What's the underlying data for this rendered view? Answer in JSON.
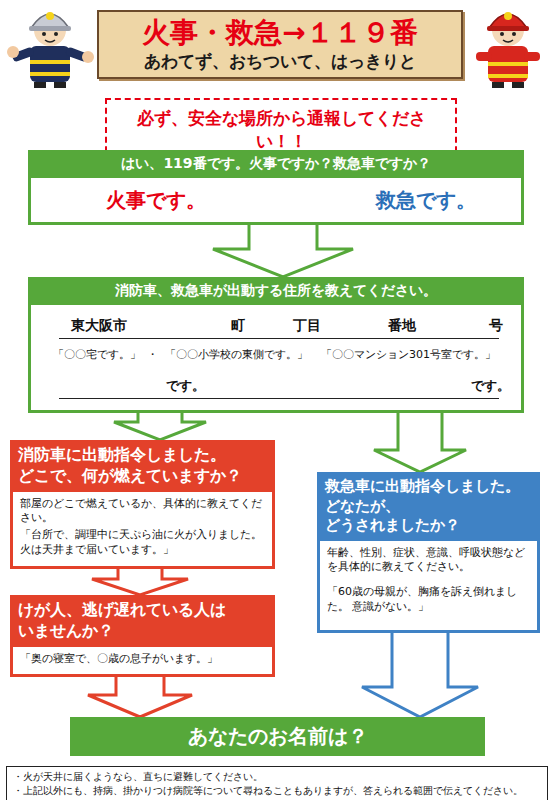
{
  "diagram": {
    "nodes": [
      {
        "text": [
          "火事・救急→１１９番",
          "あわてず、おちついて、はっきりと"
        ]
      },
      {
        "text": [
          "必ず、安全な場所から通報してください！！"
        ]
      },
      {
        "text": [
          "はい、119番です。火事ですか？救急車ですか？",
          "火事です。",
          "救急です。"
        ]
      },
      {
        "text": [
          "消防車、救急車が出動する住所を教えてください。",
          "東大阪市",
          "町",
          "丁目",
          "番地",
          "号",
          "「〇〇宅です。」",
          "・",
          "「〇〇小学校の東側です。」",
          "「〇〇マンション301号室です。」",
          "です。",
          "です。"
        ]
      },
      {
        "text": [
          "消防車に出動指令しました。 どこで、何が燃えていますか？",
          "部屋のどこで燃えているか、具体的に教えてください。",
          "「台所で、調理中に天ぷら油に火が入りました。火は天井まで届いています。」"
        ]
      },
      {
        "text": [
          "救急車に出動指令しました。 どなたが、どうされましたか？",
          "年齢、性別、症状、意識、呼吸状態などを具体的に教えてください。",
          "「60歳の母親が、胸痛を訴え倒れました。 意識がない。」"
        ]
      },
      {
        "text": [
          "けが人、逃げ遅れている人は いませんか？",
          "「奥の寝室で、〇歳の息子がいます。」"
        ]
      },
      {
        "text": [
          "あなたのお名前は？"
        ]
      },
      {
        "text": [
          "・火が天井に届くようなら、直ちに避難してください。",
          "・上記以外にも、持病、掛かりつけ病院等について尋ねることもありますが、答えられる範囲で伝えてください。"
        ]
      }
    ],
    "edges": [
      {
        "from": 2,
        "to": 3,
        "arrow": "to"
      },
      {
        "from": 3,
        "to": 4,
        "arrow": "to"
      },
      {
        "from": 3,
        "to": 5,
        "arrow": "to"
      },
      {
        "from": 4,
        "to": 6,
        "arrow": "to"
      },
      {
        "from": 6,
        "to": 7,
        "arrow": "to"
      },
      {
        "from": 5,
        "to": 7,
        "arrow": "to"
      }
    ]
  }
}
